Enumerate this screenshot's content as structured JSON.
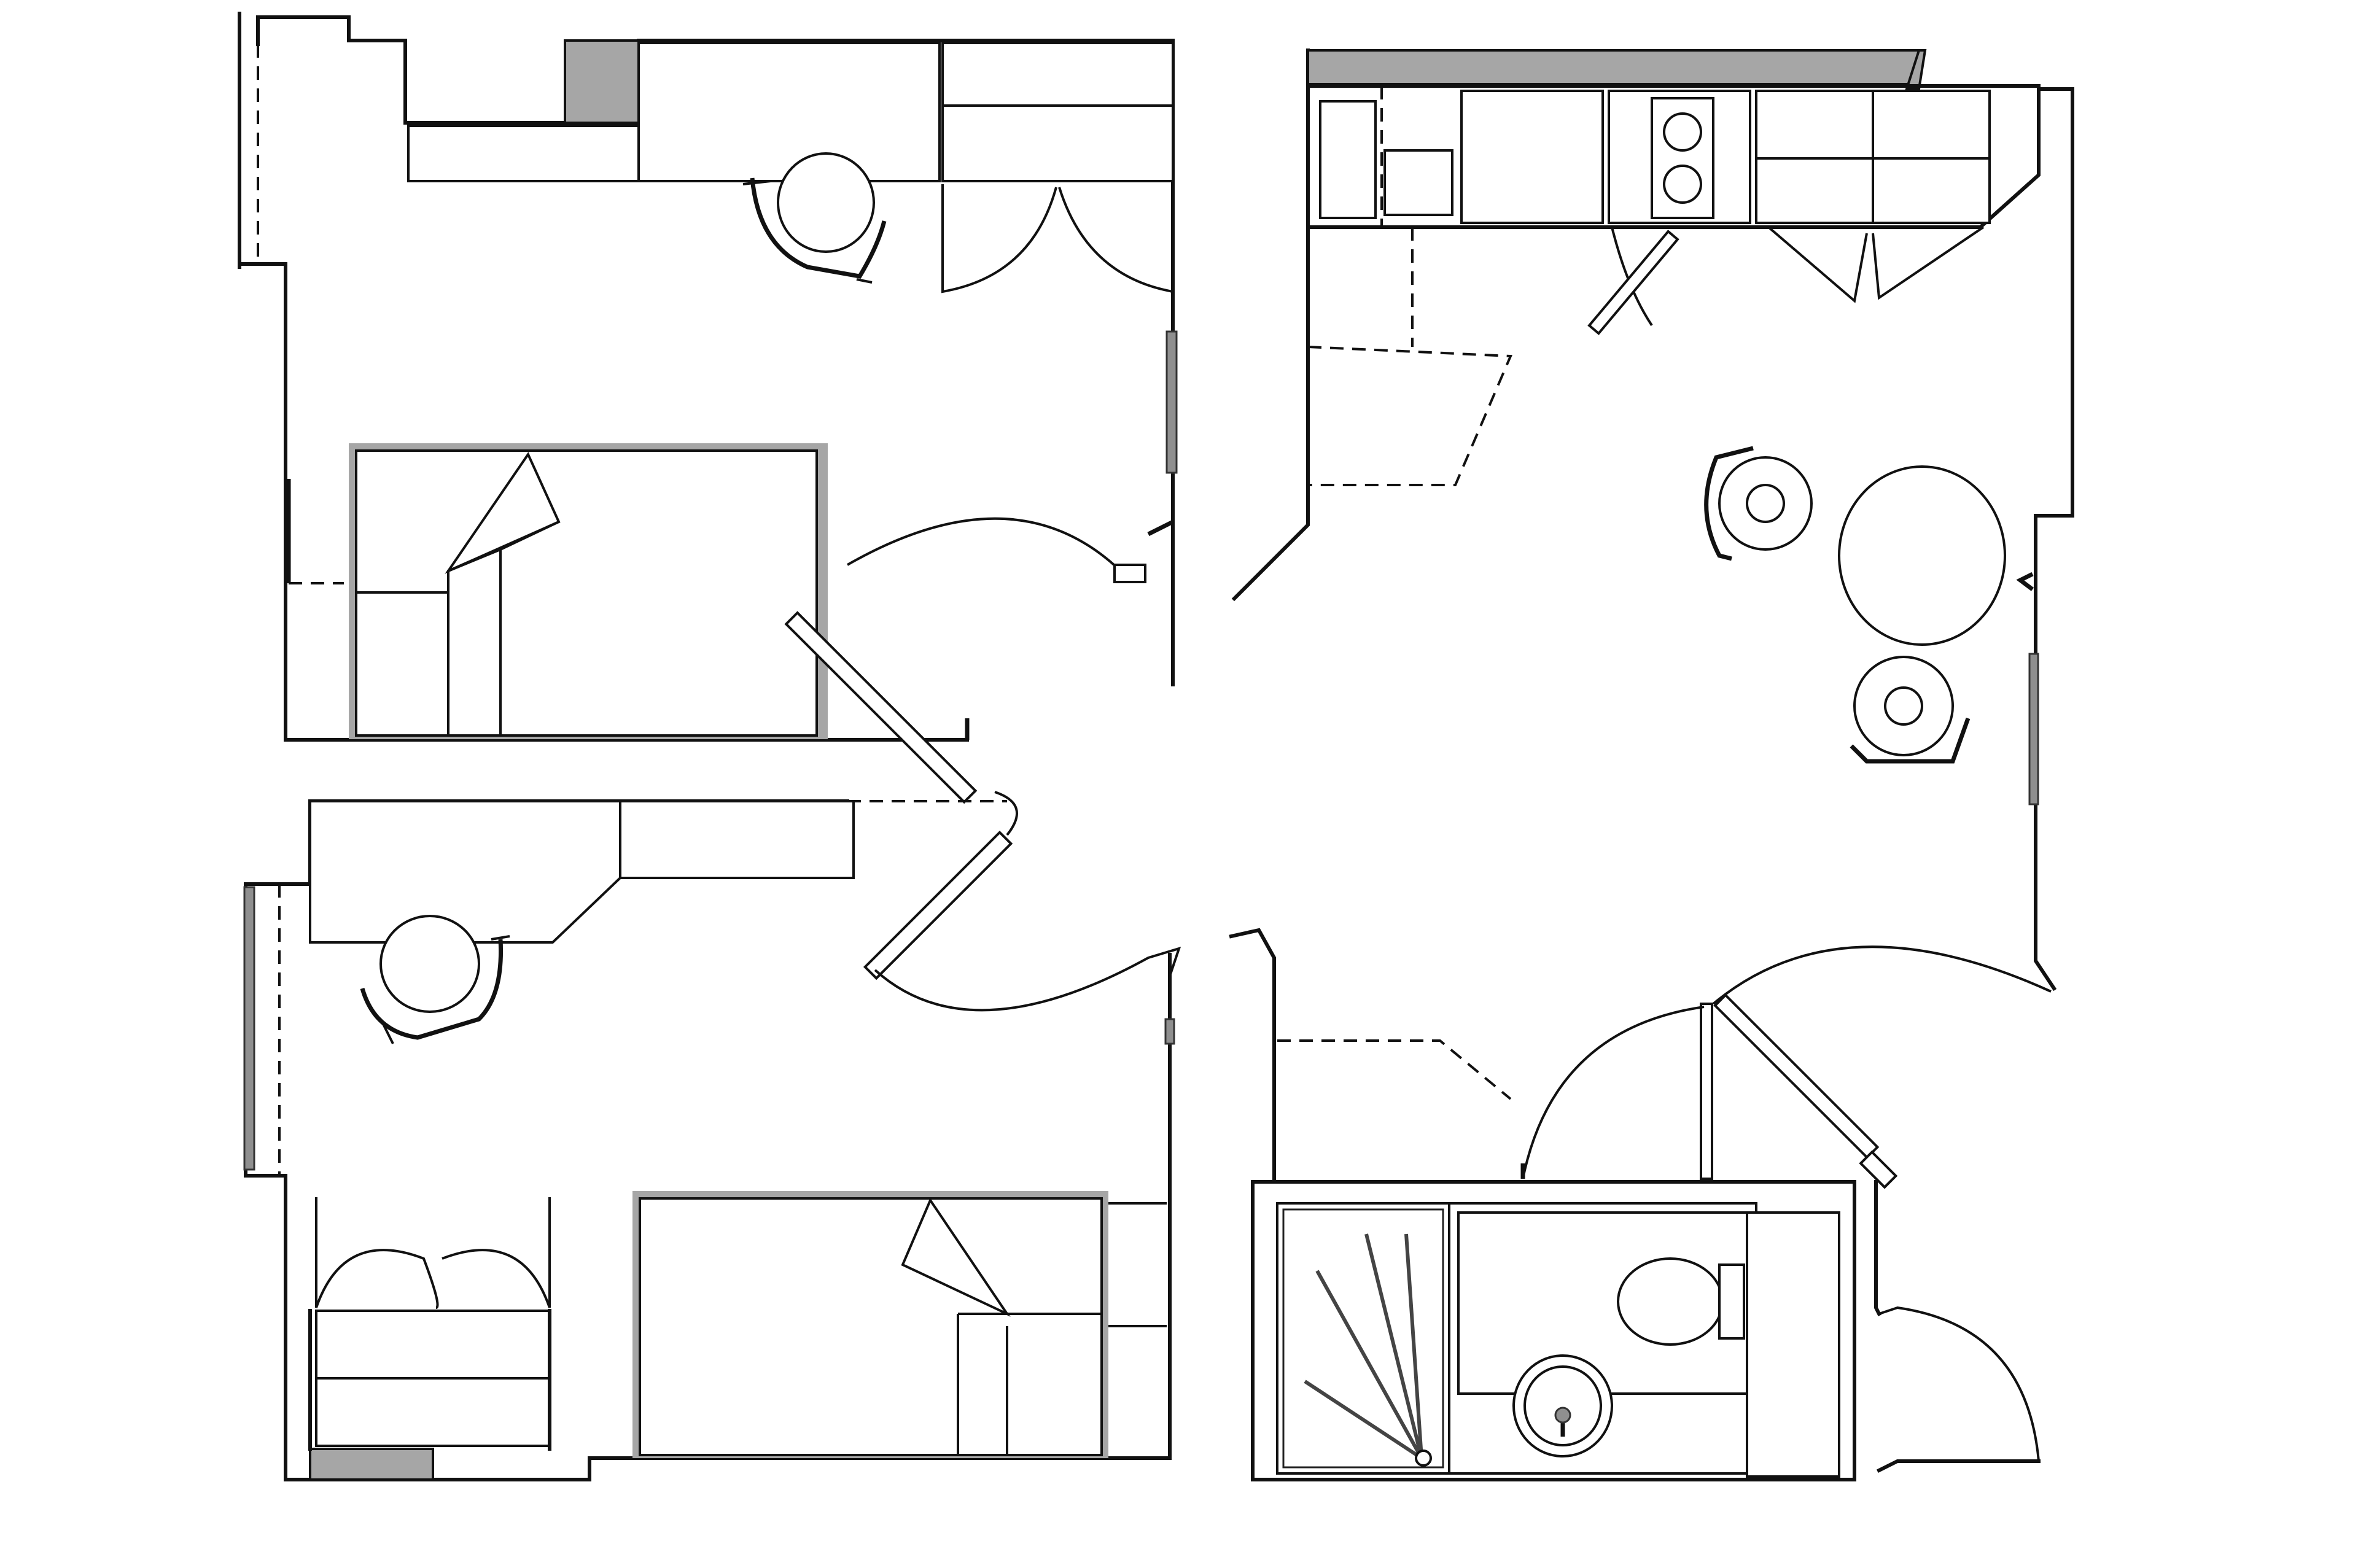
{
  "drawing": {
    "type": "floor-plan",
    "style": "black line drawing with grey accents",
    "rooms": [
      "bedroom-top-left",
      "bedroom-bottom-left",
      "kitchen-dining",
      "bathroom"
    ],
    "colors": {
      "line": "#111111",
      "accent_grey": "#a6a6a6",
      "background": "#ffffff"
    }
  }
}
